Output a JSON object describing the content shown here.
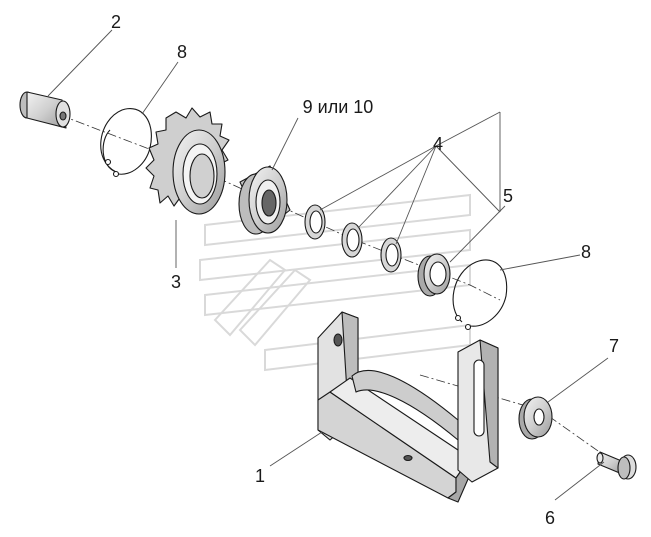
{
  "labels": {
    "part_1": "1",
    "part_2": "2",
    "part_3": "3",
    "part_4": "4",
    "part_5": "5",
    "part_6": "6",
    "part_7": "7",
    "part_8_top": "8",
    "part_8_right": "8",
    "part_9_10": "9 или 10"
  },
  "colors": {
    "line": "#1a1a1a",
    "shade_dark": "#b8b8b8",
    "shade_light": "#e6e6e6",
    "watermark": "#d9d9d9"
  }
}
